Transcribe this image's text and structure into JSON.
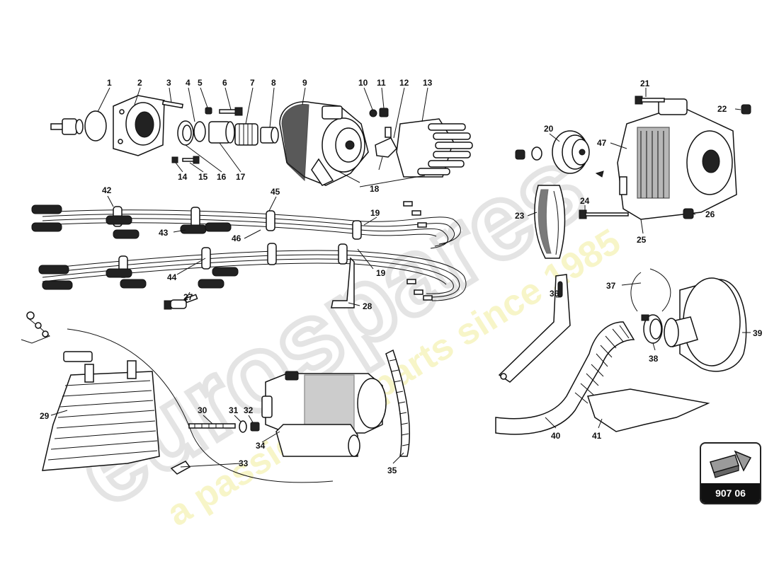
{
  "labels": [
    "1",
    "2",
    "3",
    "4",
    "5",
    "6",
    "7",
    "8",
    "9",
    "10",
    "11",
    "12",
    "13",
    "14",
    "15",
    "16",
    "17",
    "18",
    "19",
    "19",
    "20",
    "21",
    "22",
    "23",
    "24",
    "25",
    "26",
    "27",
    "28",
    "29",
    "30",
    "31",
    "32",
    "33",
    "34",
    "35",
    "36",
    "37",
    "38",
    "39",
    "40",
    "41",
    "42",
    "43",
    "44",
    "45",
    "46",
    "47"
  ],
  "watermark": {
    "brand": "eurospares",
    "tagline": "a passion for parts since 1985"
  },
  "page_ref": {
    "number": "907 06",
    "icon": "arrow-icon"
  },
  "colors": {
    "ink": "#111111",
    "watermark": "#d9d9d9",
    "tagline": "#f3f0a0"
  }
}
